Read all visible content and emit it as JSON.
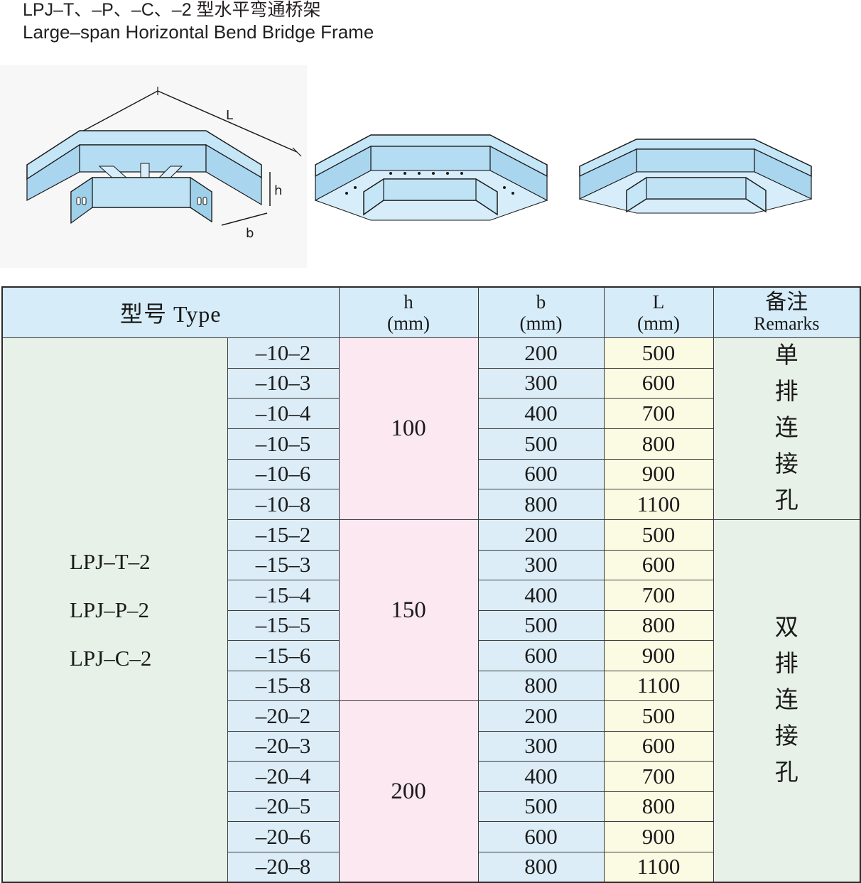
{
  "title": {
    "cn": "LPJ–T、–P、–C、–2 型水平弯通桥架",
    "en": "Large–span Horizontal Bend Bridge Frame"
  },
  "figure": {
    "dim_L": "L",
    "dim_h": "h",
    "dim_b": "b",
    "colors": {
      "tray_fill": "#bfe3f5",
      "tray_dark": "#8fc4e0",
      "outline": "#1a1a1a"
    }
  },
  "table": {
    "header": {
      "type": "型号  Type",
      "h_label": "h",
      "h_unit": "(mm)",
      "b_label": "b",
      "b_unit": "(mm)",
      "L_label": "L",
      "L_unit": "(mm)",
      "remarks_cn": "备注",
      "remarks_en": "Remarks"
    },
    "series": [
      "LPJ–T–2",
      "LPJ–P–2",
      "LPJ–C–2"
    ],
    "groups": [
      {
        "h": "100",
        "remark": [
          "单",
          "排",
          "连",
          "接",
          "孔"
        ],
        "rows": [
          {
            "code": "–10–2",
            "b": "200",
            "L": "500"
          },
          {
            "code": "–10–3",
            "b": "300",
            "L": "600"
          },
          {
            "code": "–10–4",
            "b": "400",
            "L": "700"
          },
          {
            "code": "–10–5",
            "b": "500",
            "L": "800"
          },
          {
            "code": "–10–6",
            "b": "600",
            "L": "900"
          },
          {
            "code": "–10–8",
            "b": "800",
            "L": "1100"
          }
        ]
      },
      {
        "h": "150",
        "remark": [
          "双",
          "排",
          "连",
          "接",
          "孔"
        ],
        "rows": [
          {
            "code": "–15–2",
            "b": "200",
            "L": "500"
          },
          {
            "code": "–15–3",
            "b": "300",
            "L": "600"
          },
          {
            "code": "–15–4",
            "b": "400",
            "L": "700"
          },
          {
            "code": "–15–5",
            "b": "500",
            "L": "800"
          },
          {
            "code": "–15–6",
            "b": "600",
            "L": "900"
          },
          {
            "code": "–15–8",
            "b": "800",
            "L": "1100"
          }
        ]
      },
      {
        "h": "200",
        "rows": [
          {
            "code": "–20–2",
            "b": "200",
            "L": "500"
          },
          {
            "code": "–20–3",
            "b": "300",
            "L": "600"
          },
          {
            "code": "–20–4",
            "b": "400",
            "L": "700"
          },
          {
            "code": "–20–5",
            "b": "500",
            "L": "800"
          },
          {
            "code": "–20–6",
            "b": "600",
            "L": "900"
          },
          {
            "code": "–20–8",
            "b": "800",
            "L": "1100"
          }
        ]
      }
    ]
  }
}
